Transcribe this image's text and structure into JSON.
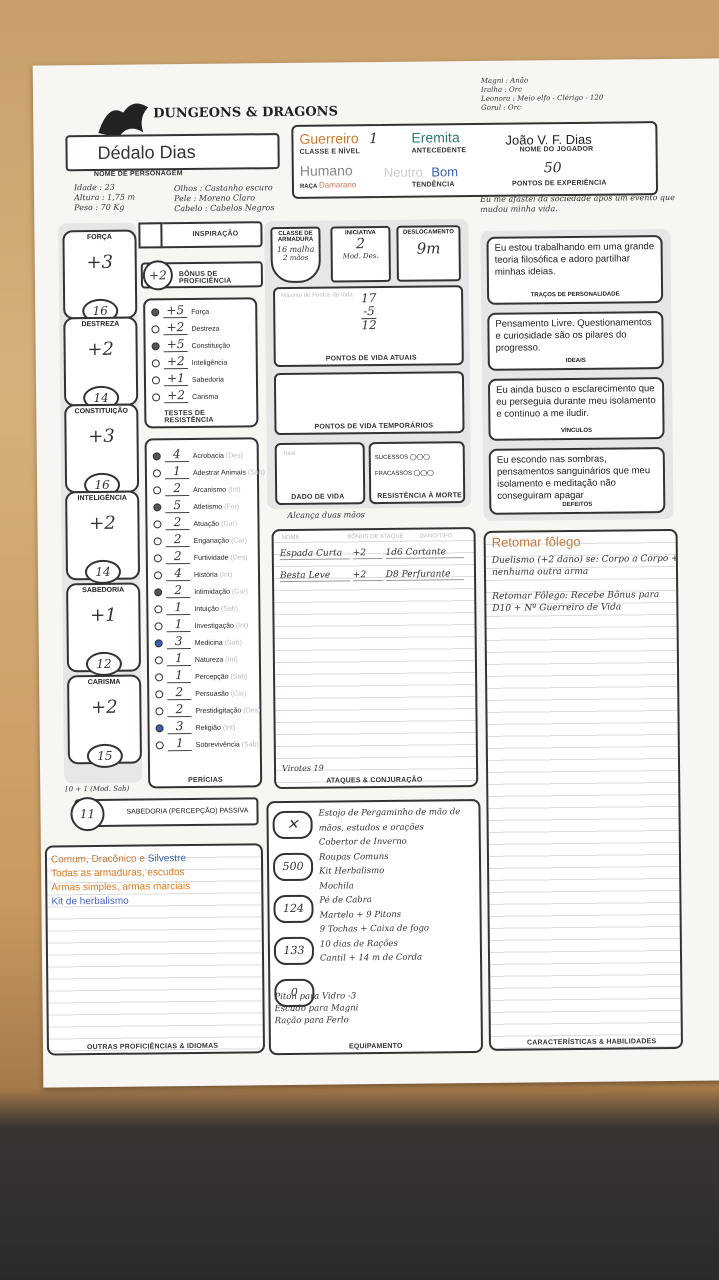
{
  "header": {
    "logo": "DUNGEONS & DRAGONS",
    "character_name": "Dédalo Dias",
    "character_name_label": "NOME DE PERSONAGEM",
    "class_level": "Guerreiro",
    "level": "1",
    "class_level_label": "CLASSE E NÍVEL",
    "background": "Eremita",
    "background_label": "ANTECEDENTE",
    "player_name": "João V. F. Dias",
    "player_name_label": "NOME DO JOGADOR",
    "race": "Humano",
    "race_sub": "Damarano",
    "race_label": "RAÇA",
    "alignment": "Neutro",
    "alignment_value": "Bom",
    "alignment_label": "TENDÊNCIA",
    "xp": "50",
    "xp_label": "PONTOS DE EXPERIÊNCIA"
  },
  "margin_notes": {
    "languages_top": [
      "Magni : Anão",
      "Iralha : Orc",
      "Leonora : Meio elfo - Clérigo - 120",
      "Gorul : Orc"
    ],
    "personal": [
      "Idade : 23",
      "Altura : 1,75 m",
      "Peso : 70 Kg",
      "Olhos : Castanho escuro",
      "Pele : Moreno Claro",
      "Cabelo : Cabelos Negros"
    ],
    "backstory": "Eu me afastei da sociedade após um evento que mudou minha vida.",
    "reach_note": "Alcança duas mãos",
    "passive_note": "10 + 1 (Mod. Sab)"
  },
  "inspiration_label": "INSPIRAÇÃO",
  "proficiency": {
    "label": "BÔNUS DE PROFICIÊNCIA",
    "value": "+2"
  },
  "attributes": [
    {
      "name": "FORÇA",
      "mod": "+3",
      "score": "16"
    },
    {
      "name": "DESTREZA",
      "mod": "+2",
      "score": "14"
    },
    {
      "name": "CONSTITUIÇÃO",
      "mod": "+3",
      "score": "16"
    },
    {
      "name": "INTELIGÊNCIA",
      "mod": "+2",
      "score": "14"
    },
    {
      "name": "SABEDORIA",
      "mod": "+1",
      "score": "12"
    },
    {
      "name": "CARISMA",
      "mod": "+2",
      "score": "15"
    }
  ],
  "saves": {
    "label": "TESTES DE RESISTÊNCIA",
    "items": [
      {
        "v": "+5",
        "n": "Força",
        "p": true
      },
      {
        "v": "+2",
        "n": "Destreza",
        "p": false
      },
      {
        "v": "+5",
        "n": "Constituição",
        "p": true
      },
      {
        "v": "+2",
        "n": "Inteligência",
        "p": false
      },
      {
        "v": "+1",
        "n": "Sabedoria",
        "p": false
      },
      {
        "v": "+2",
        "n": "Carisma",
        "p": false
      }
    ]
  },
  "skills": {
    "label": "PERÍCIAS",
    "items": [
      {
        "v": "4",
        "n": "Acrobacia",
        "a": "(Des)",
        "p": "f"
      },
      {
        "v": "1",
        "n": "Adestrar Animais",
        "a": "(Sab)",
        "p": ""
      },
      {
        "v": "2",
        "n": "Arcanismo",
        "a": "(Int)",
        "p": ""
      },
      {
        "v": "5",
        "n": "Atletismo",
        "a": "(For)",
        "p": "f"
      },
      {
        "v": "2",
        "n": "Atuação",
        "a": "(Car)",
        "p": ""
      },
      {
        "v": "2",
        "n": "Enganação",
        "a": "(Car)",
        "p": ""
      },
      {
        "v": "2",
        "n": "Furtividade",
        "a": "(Des)",
        "p": ""
      },
      {
        "v": "4",
        "n": "História",
        "a": "(Int)",
        "p": ""
      },
      {
        "v": "2",
        "n": "Intimidação",
        "a": "(Car)",
        "p": "f"
      },
      {
        "v": "1",
        "n": "Intuição",
        "a": "(Sab)",
        "p": ""
      },
      {
        "v": "1",
        "n": "Investigação",
        "a": "(Int)",
        "p": ""
      },
      {
        "v": "3",
        "n": "Medicina",
        "a": "(Sab)",
        "p": "b"
      },
      {
        "v": "1",
        "n": "Natureza",
        "a": "(Int)",
        "p": ""
      },
      {
        "v": "1",
        "n": "Percepção",
        "a": "(Sab)",
        "p": ""
      },
      {
        "v": "2",
        "n": "Persuasão",
        "a": "(Car)",
        "p": ""
      },
      {
        "v": "2",
        "n": "Prestidigitação",
        "a": "(Des)",
        "p": ""
      },
      {
        "v": "3",
        "n": "Religião",
        "a": "(Int)",
        "p": "b"
      },
      {
        "v": "1",
        "n": "Sobrevivência",
        "a": "(Sab)",
        "p": ""
      }
    ]
  },
  "passive": {
    "value": "11",
    "label": "SABEDORIA (PERCEPÇÃO) PASSIVA"
  },
  "combat": {
    "ac_label": "CLASSE DE ARMADURA",
    "ac": "16 malha",
    "ac_note": "2 mãos",
    "init_label": "INICIATIVA",
    "init": "2",
    "init_note": "Mod. Des.",
    "speed_label": "DESLOCAMENTO",
    "speed": "9m",
    "hp_max_label": "Máximo de Pontos de Vida",
    "hp_calc": [
      "17",
      "-5",
      "12"
    ],
    "hp_label": "PONTOS DE VIDA ATUAIS",
    "temp_label": "PONTOS DE VIDA TEMPORÁRIOS",
    "hitdice_total": "Total",
    "hitdice_label": "DADO DE VIDA",
    "death_success": "SUCESSOS",
    "death_fail": "FRACASSOS",
    "death_label": "RESISTÊNCIA À MORTE"
  },
  "attacks": {
    "label": "ATAQUES & CONJURAÇÃO",
    "headers": [
      "NOME",
      "BÔNUS DE ATAQUE",
      "DANO/TIPO"
    ],
    "rows": [
      {
        "name": "Espada Curta",
        "bonus": "+2",
        "dmg": "1d6 Cortante"
      },
      {
        "name": "Besta Leve",
        "bonus": "+2",
        "dmg": "D8 Perfurante"
      }
    ],
    "note": "Virotes 19"
  },
  "traits": [
    {
      "text": "Eu estou trabalhando em uma grande teoria filosófica e adoro partilhar minhas ideias.",
      "label": "TRAÇOS DE PERSONALIDADE"
    },
    {
      "text": "Pensamento Livre. Questionamentos e curiosidade são os pilares do progresso.",
      "label": "IDEAIS"
    },
    {
      "text": "Eu ainda busco o esclarecimento que eu perseguia durante meu isolamento e continuo a me iludir.",
      "label": "VÍNCULOS"
    },
    {
      "text": "Eu escondo nas sombras, pensamentos sanguinários que meu isolamento e meditação não conseguiram apagar",
      "label": "DEFEITOS"
    }
  ],
  "features": {
    "label": "CARACTERÍSTICAS & HABILIDADES",
    "title": "Retomar fôlego",
    "lines": [
      "Duelismo (+2 dano) se: Corpo a Corpo + nenhuma outra arma",
      "Retomar Fôlego: Recebe Bônus para D10 + Nº Guerreiro de Vida"
    ]
  },
  "proficiencies": {
    "label": "OUTRAS PROFICIÊNCIAS & IDIOMAS",
    "lang_a": "Comum, Dracônico e",
    "lang_b": "Silvestre",
    "armor": "Todas as armaduras, escudos",
    "weapons": "Armas simples, armas marciais",
    "kit": "Kit de herbalismo",
    "colors": {
      "lang": "#c8773a",
      "silv": "#3a5fb0",
      "armor": "#e07a1d",
      "kit": "#4a5fc8"
    }
  },
  "equipment": {
    "label": "EQUIPAMENTO",
    "coins": [
      "✕",
      "500",
      "124",
      "133",
      "0"
    ],
    "lines": [
      "Estojo de Pergaminho de mão de mãos, estudos e orações",
      "Cobertor de Inverno",
      "Roupas Comuns",
      "Kit Herbalismo",
      "Mochila",
      "Pé de Cabra",
      "Martelo + 9 Pitons",
      "9 Tochas + Caixa de fogo",
      "10 dias de Rações",
      "Cantil + 14 m de Corda",
      "Piton para Vidro -3",
      "Escudo para Magni",
      "Ração para Ferlo"
    ]
  }
}
